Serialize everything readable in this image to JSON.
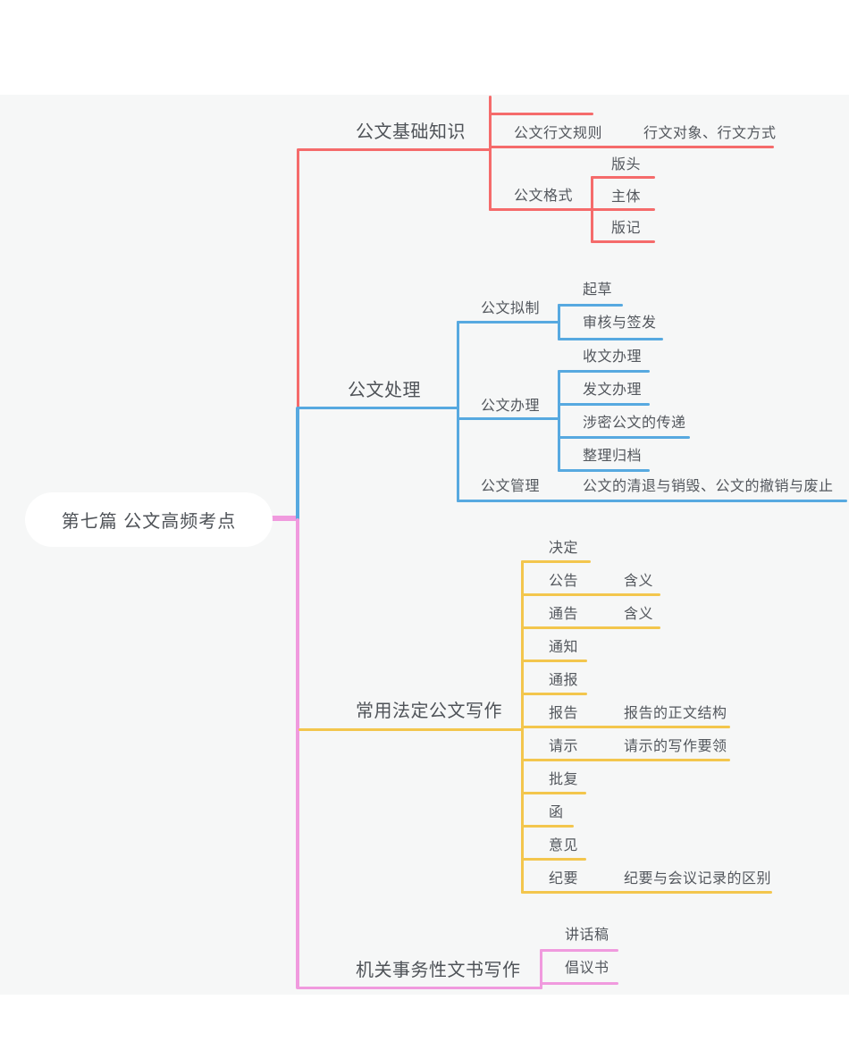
{
  "palette": {
    "red": "#f56b6b",
    "blue": "#57a9e0",
    "yellow": "#f3c64d",
    "pink": "#f09ade",
    "text": "#53575d",
    "canvas_bg": "#f6f7f7",
    "bubble_bg": "#ffffff"
  },
  "mindmap": {
    "root": {
      "label": "第七篇  公文高频考点"
    },
    "branches": [
      {
        "label": "公文基础知识",
        "color": "#f56b6b",
        "children": [
          {
            "label": "公文行文规则",
            "children": [
              {
                "label": "行文对象、行文方式"
              }
            ]
          },
          {
            "label": "公文格式",
            "children": [
              {
                "label": "版头"
              },
              {
                "label": "主体"
              },
              {
                "label": "版记"
              }
            ]
          }
        ]
      },
      {
        "label": "公文处理",
        "color": "#57a9e0",
        "children": [
          {
            "label": "公文拟制",
            "children": [
              {
                "label": "起草"
              },
              {
                "label": "审核与签发"
              }
            ]
          },
          {
            "label": "公文办理",
            "children": [
              {
                "label": "收文办理"
              },
              {
                "label": "发文办理"
              },
              {
                "label": "涉密公文的传递"
              },
              {
                "label": "整理归档"
              }
            ]
          },
          {
            "label": "公文管理",
            "children": [
              {
                "label": "公文的清退与销毁、公文的撤销与废止"
              }
            ]
          }
        ]
      },
      {
        "label": "常用法定公文写作",
        "color": "#f3c64d",
        "children": [
          {
            "label": "决定"
          },
          {
            "label": "公告",
            "children": [
              {
                "label": "含义"
              }
            ]
          },
          {
            "label": "通告",
            "children": [
              {
                "label": "含义"
              }
            ]
          },
          {
            "label": "通知"
          },
          {
            "label": "通报"
          },
          {
            "label": "报告",
            "children": [
              {
                "label": "报告的正文结构"
              }
            ]
          },
          {
            "label": "请示",
            "children": [
              {
                "label": "请示的写作要领"
              }
            ]
          },
          {
            "label": "批复"
          },
          {
            "label": "函"
          },
          {
            "label": "意见"
          },
          {
            "label": "纪要",
            "children": [
              {
                "label": "纪要与会议记录的区别"
              }
            ]
          }
        ]
      },
      {
        "label": "机关事务性文书写作",
        "color": "#f09ade",
        "children": [
          {
            "label": "讲话稿"
          },
          {
            "label": "倡议书"
          }
        ]
      }
    ]
  }
}
